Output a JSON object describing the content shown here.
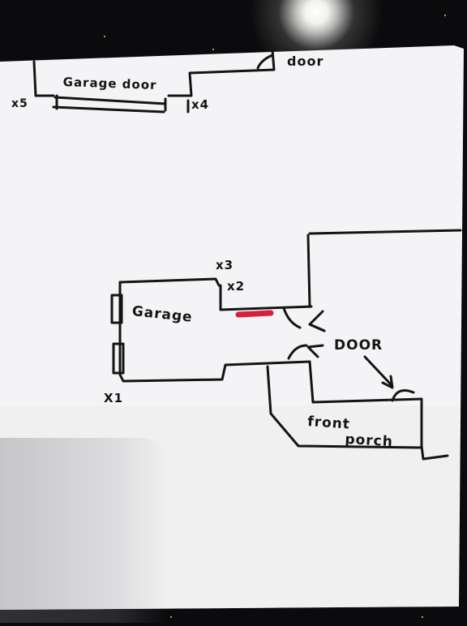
{
  "sketch": {
    "labels": {
      "garage_door": "Garage door",
      "door_top": "door",
      "x5": "x5",
      "x4": "x4",
      "x3": "x3",
      "x2": "x2",
      "x1": "X1",
      "garage": "Garage",
      "door_right": "DOOR",
      "front": "front",
      "porch": "porch"
    },
    "colors": {
      "ink": "#141414",
      "red_mark": "#d4213c",
      "paper": "#f4f4f6"
    }
  }
}
